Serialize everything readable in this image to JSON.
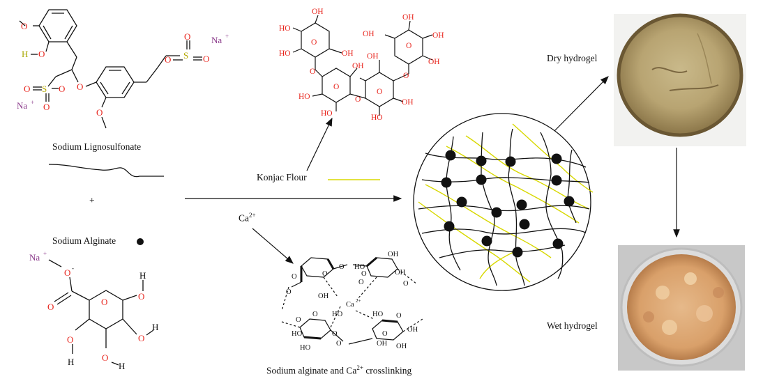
{
  "labels": {
    "lignosulfonate": "Sodium Lignosulfonate",
    "plus": "+",
    "alginate": "Sodium Alginate",
    "konjac": "Konjac Flour",
    "calcium": "Ca",
    "calcium_charge": "2+",
    "crosslink": "Sodium alginate and Ca",
    "crosslink_suffix": "crosslinking",
    "dry": "Dry hydrogel",
    "wet": "Wet hydrogel"
  },
  "atoms": {
    "na": "Na",
    "na_charge": "+",
    "o": "O",
    "oh": "OH",
    "ho": "HO",
    "h": "H",
    "s": "S",
    "o_minus": "O",
    "minus": "-",
    "ca2": "Ca",
    "ca2_charge": "2+"
  },
  "colors": {
    "oxygen": "#e8241c",
    "sulfur": "#b4a800",
    "sodium": "#8a3a8a",
    "hydrogen": "#a8a800",
    "konjac_line": "#d8d800",
    "bond": "#111111"
  }
}
